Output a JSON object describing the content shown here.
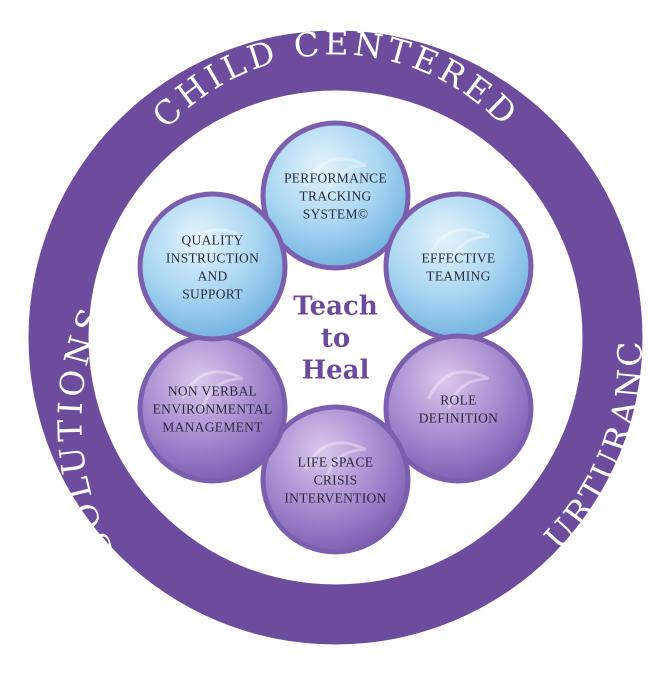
{
  "ring": {
    "top": "CHILD CENTERED",
    "left": "SOLUTIONS",
    "right": "NURTURANCE"
  },
  "center": {
    "lines": [
      "Teach",
      "to",
      "Heal"
    ]
  },
  "nodes": [
    {
      "lines": [
        "PERFORMANCE",
        "TRACKING",
        "SYSTEM©"
      ],
      "tone": "light"
    },
    {
      "lines": [
        "EFFECTIVE",
        "TEAMING"
      ],
      "tone": "light"
    },
    {
      "lines": [
        "ROLE",
        "DEFINITION"
      ],
      "tone": "purple"
    },
    {
      "lines": [
        "LIFE SPACE",
        "CRISIS",
        "INTERVENTION"
      ],
      "tone": "purple"
    },
    {
      "lines": [
        "NON VERBAL",
        "ENVIRONMENTAL",
        "MANAGEMENT"
      ],
      "tone": "purple"
    },
    {
      "lines": [
        "QUALITY",
        "INSTRUCTION",
        "AND",
        "SUPPORT"
      ],
      "tone": "light"
    }
  ],
  "colors": {
    "ring": "#6d4c9d",
    "ring_inner_edge": "#5e3f8f",
    "center_text": "#6b4a9c",
    "node_border": "#7b5fae",
    "light_fill_top": "#cfeaf8",
    "light_fill_bottom": "#7fbbe6",
    "purple_fill_top": "#c9b4e0",
    "purple_fill_bottom": "#8e6fc0"
  }
}
